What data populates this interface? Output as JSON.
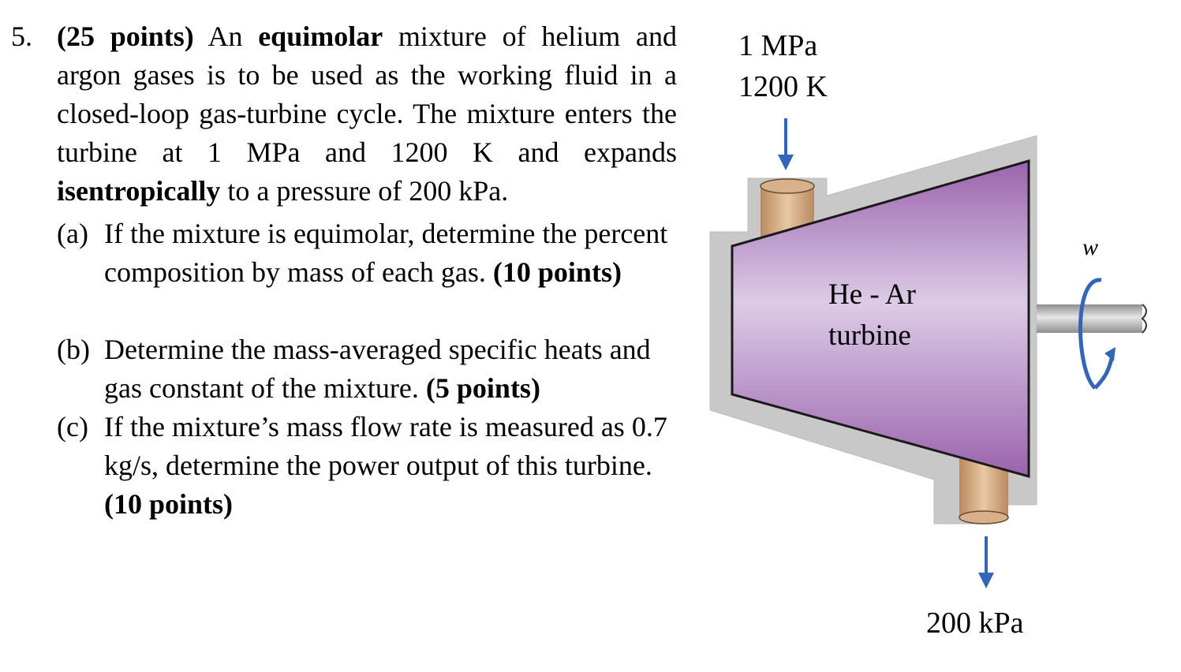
{
  "problem": {
    "number": "5.",
    "points": "(25 points)",
    "intro_t1": " An ",
    "intro_b1": "equimolar",
    "intro_t2": " mixture of helium and argon gases is to be used as the working fluid in a closed-loop gas-turbine cycle. The mixture enters the turbine at 1 MPa and 1200 K and expands ",
    "intro_b2": "isentropically",
    "intro_t3": " to a pressure of 200 kPa.",
    "parts": [
      {
        "label": "(a)",
        "text": "If the mixture is equimolar, determine the percent composition by mass of each gas. ",
        "points": "(10 points)"
      },
      {
        "label": "(b)",
        "text": "Determine the mass-averaged specific heats and gas constant of the mixture. ",
        "points": "(5 points)"
      },
      {
        "label": "(c)",
        "text": "If the mixture’s mass flow rate is measured as 0.7 kg/s, determine the power output of this turbine. ",
        "points": "(10 points)"
      }
    ]
  },
  "diagram": {
    "inlet_pressure": "1 MPa",
    "inlet_temperature": "1200 K",
    "turbine_label_line1": "He - Ar",
    "turbine_label_line2": "turbine",
    "outlet_pressure": "200 kPa",
    "work_label": "w",
    "colors": {
      "housing": "#c8c8c8",
      "turbine_fill": "#b184c1",
      "turbine_edge": "#1a1a1a",
      "pipe": "#c9a078",
      "arrow": "#3366b8",
      "shaft": "#a8a8a8"
    }
  }
}
